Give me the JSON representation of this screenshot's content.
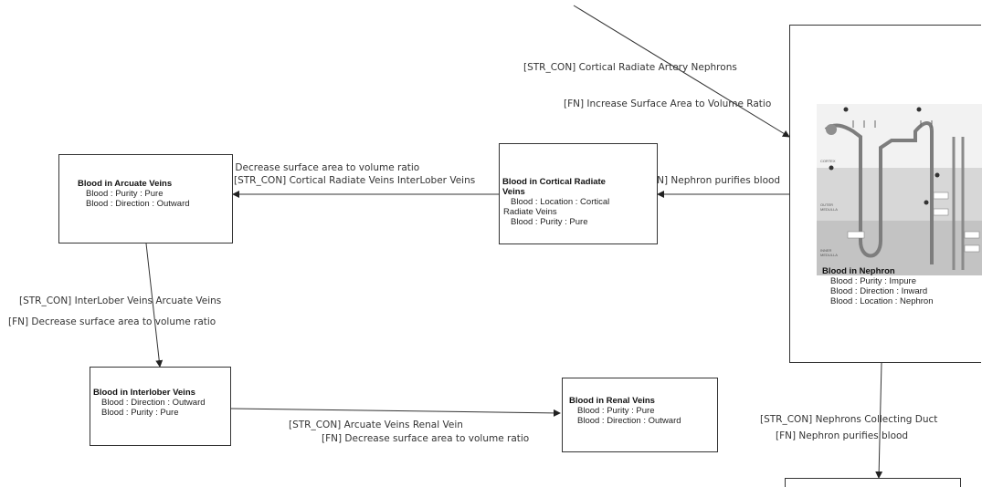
{
  "nodes": {
    "arcuate": {
      "title": "Blood in Arcuate Veins",
      "attrs": [
        "Blood : Purity : Pure",
        "Blood : Direction : Outward"
      ]
    },
    "cortical": {
      "title_line1": "Blood in Cortical Radiate",
      "title_line2": "Veins",
      "attrs": [
        "Blood : Location : Cortical",
        "Radiate Veins",
        "Blood : Purity : Pure"
      ]
    },
    "nephron": {
      "title": "Blood in Nephron",
      "attrs": [
        "Blood : Purity : Impure",
        "Blood : Direction : Inward",
        "Blood : Location : Nephron"
      ]
    },
    "interlober": {
      "title": "Blood in Interlober Veins",
      "attrs": [
        "Blood : Direction : Outward",
        "Blood : Purity : Pure"
      ]
    },
    "renal": {
      "title": "Blood in Renal Veins",
      "attrs": [
        "Blood : Purity : Pure",
        "Blood : Direction : Outward"
      ]
    }
  },
  "edge_labels": {
    "artery_str": "[STR_CON] Cortical Radiate Artery  Nephrons",
    "artery_fn": "[FN] Increase Surface Area to Volume Ratio",
    "nephron_fn": "[FN] Nephron purifies blood",
    "cortical_fn": "[FN] Decrease surface area to volume ratio",
    "cortical_str": "[STR_CON] Cortical Radiate Veins  InterLober Veins",
    "interlober_str": "[STR_CON] InterLober Veins  Arcuate Veins",
    "interlober_fn": "[FN] Decrease surface area to volume ratio",
    "renal_str": "[STR_CON] Arcuate Veins  Renal Vein",
    "renal_fn": "[FN] Decrease surface area to volume ratio",
    "duct_str": "[STR_CON] Nephrons  Collecting Duct",
    "duct_fn": "[FN] Nephron purifies blood"
  },
  "illustration": {
    "name": "nephron-diagram",
    "zone_labels": [
      "CORTEX",
      "OUTER MEDULLA",
      "INNER MEDULLA"
    ]
  }
}
